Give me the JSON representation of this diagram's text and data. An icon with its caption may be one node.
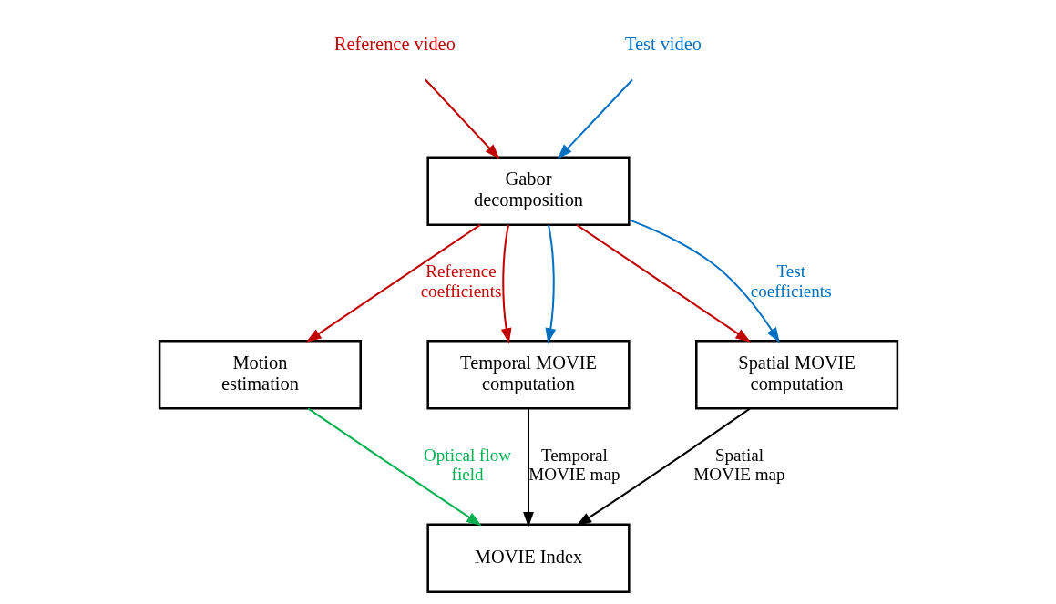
{
  "diagram": {
    "nodes": [
      {
        "text": [
          "Reference video"
        ]
      },
      {
        "text": [
          "Test video"
        ]
      },
      {
        "text": [
          "Gabor decomposition"
        ]
      },
      {
        "text": [
          "Motion estimation"
        ]
      },
      {
        "text": [
          "Temporal MOVIE computation"
        ]
      },
      {
        "text": [
          "Spatial MOVIE computation"
        ]
      },
      {
        "text": [
          "MOVIE Index"
        ]
      }
    ],
    "edges": [
      {
        "from": 0,
        "to": 2,
        "arrow": "to",
        "color": "#c00000"
      },
      {
        "from": 1,
        "to": 2,
        "arrow": "to",
        "color": "#0070c0"
      },
      {
        "from": 2,
        "to": 3,
        "arrow": "to",
        "color": "#c00000",
        "label": "Reference coefficients"
      },
      {
        "from": 2,
        "to": 4,
        "arrow": "to",
        "color": "#c00000"
      },
      {
        "from": 2,
        "to": 4,
        "arrow": "to",
        "color": "#0070c0"
      },
      {
        "from": 2,
        "to": 5,
        "arrow": "to",
        "color": "#c00000"
      },
      {
        "from": 2,
        "to": 5,
        "arrow": "to",
        "color": "#0070c0",
        "label": "Test coefficients"
      },
      {
        "from": 3,
        "to": 6,
        "arrow": "to",
        "color": "#00b050",
        "label": "Optical flow field"
      },
      {
        "from": 4,
        "to": 6,
        "arrow": "to",
        "color": "#000000",
        "label": "Temporal MOVIE map"
      },
      {
        "from": 5,
        "to": 6,
        "arrow": "to",
        "color": "#000000",
        "label": "Spatial MOVIE map"
      }
    ]
  }
}
